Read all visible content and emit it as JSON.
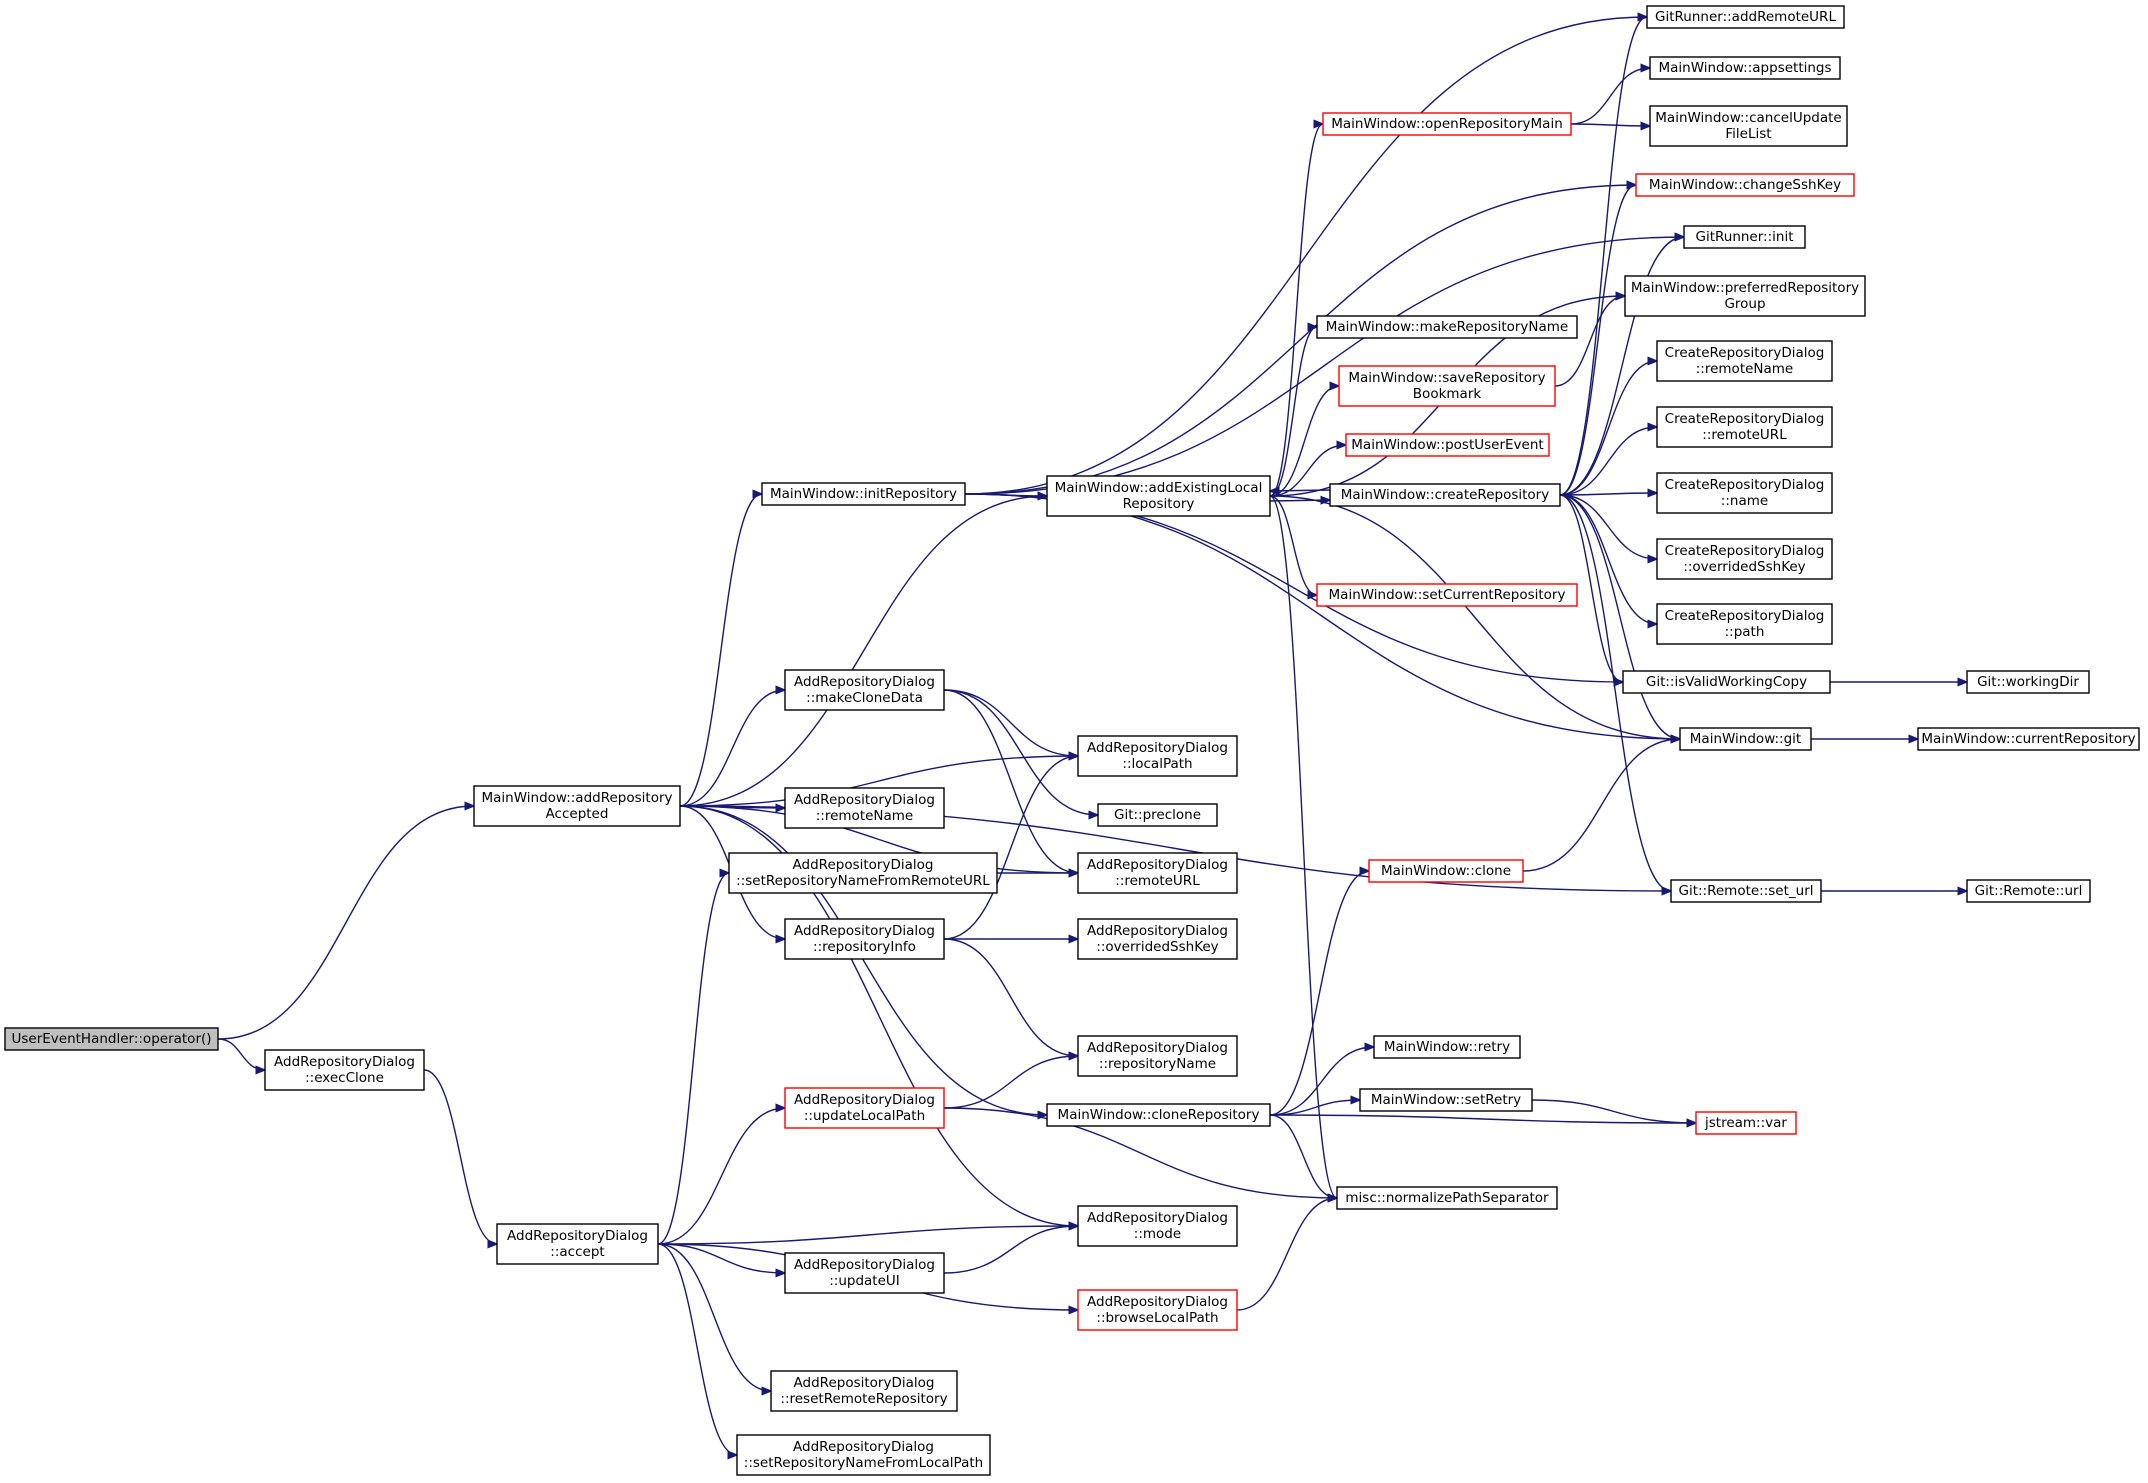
{
  "diagram": {
    "nodes": [
      {
        "id": "user_event_handler_operator",
        "lines": [
          "UserEventHandler::operator()"
        ],
        "style": "gray"
      },
      {
        "id": "add_repository_accepted",
        "lines": [
          "MainWindow::addRepository",
          "Accepted"
        ],
        "style": "black"
      },
      {
        "id": "exec_clone",
        "lines": [
          "AddRepositoryDialog",
          "::execClone"
        ],
        "style": "black"
      },
      {
        "id": "accept",
        "lines": [
          "AddRepositoryDialog",
          "::accept"
        ],
        "style": "black"
      },
      {
        "id": "init_repository",
        "lines": [
          "MainWindow::initRepository"
        ],
        "style": "black"
      },
      {
        "id": "make_clone_data",
        "lines": [
          "AddRepositoryDialog",
          "::makeCloneData"
        ],
        "style": "black"
      },
      {
        "id": "dialog_remote_name",
        "lines": [
          "AddRepositoryDialog",
          "::remoteName"
        ],
        "style": "black"
      },
      {
        "id": "set_repo_name_from_remote_url",
        "lines": [
          "AddRepositoryDialog",
          "::setRepositoryNameFromRemoteURL"
        ],
        "style": "black"
      },
      {
        "id": "repository_info",
        "lines": [
          "AddRepositoryDialog",
          "::repositoryInfo"
        ],
        "style": "black"
      },
      {
        "id": "update_local_path",
        "lines": [
          "AddRepositoryDialog",
          "::updateLocalPath"
        ],
        "style": "red"
      },
      {
        "id": "update_ui",
        "lines": [
          "AddRepositoryDialog",
          "::updateUI"
        ],
        "style": "black"
      },
      {
        "id": "reset_remote_repository",
        "lines": [
          "AddRepositoryDialog",
          "::resetRemoteRepository"
        ],
        "style": "black"
      },
      {
        "id": "set_repo_name_from_local_path",
        "lines": [
          "AddRepositoryDialog",
          "::setRepositoryNameFromLocalPath"
        ],
        "style": "black"
      },
      {
        "id": "add_existing_local_repository",
        "lines": [
          "MainWindow::addExistingLocal",
          "Repository"
        ],
        "style": "black"
      },
      {
        "id": "dialog_local_path",
        "lines": [
          "AddRepositoryDialog",
          "::localPath"
        ],
        "style": "black"
      },
      {
        "id": "git_preclone",
        "lines": [
          "Git::preclone"
        ],
        "style": "black"
      },
      {
        "id": "dialog_remote_url",
        "lines": [
          "AddRepositoryDialog",
          "::remoteURL"
        ],
        "style": "black"
      },
      {
        "id": "dialog_overrided_ssh_key",
        "lines": [
          "AddRepositoryDialog",
          "::overridedSshKey"
        ],
        "style": "black"
      },
      {
        "id": "dialog_repository_name",
        "lines": [
          "AddRepositoryDialog",
          "::repositoryName"
        ],
        "style": "black"
      },
      {
        "id": "clone_repository",
        "lines": [
          "MainWindow::cloneRepository"
        ],
        "style": "black"
      },
      {
        "id": "dialog_mode",
        "lines": [
          "AddRepositoryDialog",
          "::mode"
        ],
        "style": "black"
      },
      {
        "id": "browse_local_path",
        "lines": [
          "AddRepositoryDialog",
          "::browseLocalPath"
        ],
        "style": "red"
      },
      {
        "id": "open_repository_main",
        "lines": [
          "MainWindow::openRepositoryMain"
        ],
        "style": "red"
      },
      {
        "id": "make_repository_name",
        "lines": [
          "MainWindow::makeRepositoryName"
        ],
        "style": "black"
      },
      {
        "id": "save_repository_bookmark",
        "lines": [
          "MainWindow::saveRepository",
          "Bookmark"
        ],
        "style": "red"
      },
      {
        "id": "post_user_event",
        "lines": [
          "MainWindow::postUserEvent"
        ],
        "style": "red"
      },
      {
        "id": "create_repository",
        "lines": [
          "MainWindow::createRepository"
        ],
        "style": "black"
      },
      {
        "id": "set_current_repository",
        "lines": [
          "MainWindow::setCurrentRepository"
        ],
        "style": "red"
      },
      {
        "id": "mainwindow_clone",
        "lines": [
          "MainWindow::clone"
        ],
        "style": "red"
      },
      {
        "id": "mainwindow_retry",
        "lines": [
          "MainWindow::retry"
        ],
        "style": "black"
      },
      {
        "id": "mainwindow_set_retry",
        "lines": [
          "MainWindow::setRetry"
        ],
        "style": "black"
      },
      {
        "id": "normalize_path_separator",
        "lines": [
          "misc::normalizePathSeparator"
        ],
        "style": "black"
      },
      {
        "id": "gitrunner_add_remote_url",
        "lines": [
          "GitRunner::addRemoteURL"
        ],
        "style": "black"
      },
      {
        "id": "mainwindow_appsettings",
        "lines": [
          "MainWindow::appsettings"
        ],
        "style": "black"
      },
      {
        "id": "cancel_update_file_list",
        "lines": [
          "MainWindow::cancelUpdate",
          "FileList"
        ],
        "style": "black"
      },
      {
        "id": "change_ssh_key",
        "lines": [
          "MainWindow::changeSshKey"
        ],
        "style": "red"
      },
      {
        "id": "gitrunner_init",
        "lines": [
          "GitRunner::init"
        ],
        "style": "black"
      },
      {
        "id": "preferred_repository_group",
        "lines": [
          "MainWindow::preferredRepository",
          "Group"
        ],
        "style": "black"
      },
      {
        "id": "create_dialog_remote_name",
        "lines": [
          "CreateRepositoryDialog",
          "::remoteName"
        ],
        "style": "black"
      },
      {
        "id": "create_dialog_remote_url",
        "lines": [
          "CreateRepositoryDialog",
          "::remoteURL"
        ],
        "style": "black"
      },
      {
        "id": "create_dialog_name",
        "lines": [
          "CreateRepositoryDialog",
          "::name"
        ],
        "style": "black"
      },
      {
        "id": "create_dialog_overrided_ssh_key",
        "lines": [
          "CreateRepositoryDialog",
          "::overridedSshKey"
        ],
        "style": "black"
      },
      {
        "id": "create_dialog_path",
        "lines": [
          "CreateRepositoryDialog",
          "::path"
        ],
        "style": "black"
      },
      {
        "id": "git_is_valid_working_copy",
        "lines": [
          "Git::isValidWorkingCopy"
        ],
        "style": "black"
      },
      {
        "id": "mainwindow_git",
        "lines": [
          "MainWindow::git"
        ],
        "style": "black"
      },
      {
        "id": "git_remote_set_url",
        "lines": [
          "Git::Remote::set_url"
        ],
        "style": "black"
      },
      {
        "id": "jstream_var",
        "lines": [
          "jstream::var"
        ],
        "style": "red"
      },
      {
        "id": "git_working_dir",
        "lines": [
          "Git::workingDir"
        ],
        "style": "black"
      },
      {
        "id": "current_repository",
        "lines": [
          "MainWindow::currentRepository"
        ],
        "style": "black"
      },
      {
        "id": "git_remote_url",
        "lines": [
          "Git::Remote::url"
        ],
        "style": "black"
      }
    ],
    "edges": [
      [
        "user_event_handler_operator",
        "add_repository_accepted"
      ],
      [
        "user_event_handler_operator",
        "exec_clone"
      ],
      [
        "exec_clone",
        "accept"
      ],
      [
        "add_repository_accepted",
        "init_repository"
      ],
      [
        "add_repository_accepted",
        "add_existing_local_repository"
      ],
      [
        "add_repository_accepted",
        "dialog_local_path"
      ],
      [
        "add_repository_accepted",
        "make_clone_data"
      ],
      [
        "add_repository_accepted",
        "dialog_remote_url"
      ],
      [
        "add_repository_accepted",
        "dialog_remote_name"
      ],
      [
        "add_repository_accepted",
        "repository_info"
      ],
      [
        "add_repository_accepted",
        "git_remote_set_url"
      ],
      [
        "add_repository_accepted",
        "clone_repository"
      ],
      [
        "add_repository_accepted",
        "dialog_mode"
      ],
      [
        "accept",
        "set_repo_name_from_remote_url"
      ],
      [
        "accept",
        "update_local_path"
      ],
      [
        "accept",
        "dialog_mode"
      ],
      [
        "accept",
        "update_ui"
      ],
      [
        "accept",
        "browse_local_path"
      ],
      [
        "accept",
        "reset_remote_repository"
      ],
      [
        "accept",
        "set_repo_name_from_local_path"
      ],
      [
        "init_repository",
        "gitrunner_add_remote_url"
      ],
      [
        "init_repository",
        "change_ssh_key"
      ],
      [
        "init_repository",
        "gitrunner_init"
      ],
      [
        "init_repository",
        "add_existing_local_repository"
      ],
      [
        "init_repository",
        "git_is_valid_working_copy"
      ],
      [
        "init_repository",
        "mainwindow_git"
      ],
      [
        "make_clone_data",
        "dialog_local_path"
      ],
      [
        "make_clone_data",
        "git_preclone"
      ],
      [
        "make_clone_data",
        "dialog_remote_url"
      ],
      [
        "set_repo_name_from_remote_url",
        "dialog_remote_url"
      ],
      [
        "repository_info",
        "dialog_local_path"
      ],
      [
        "repository_info",
        "dialog_overrided_ssh_key"
      ],
      [
        "repository_info",
        "dialog_repository_name"
      ],
      [
        "update_local_path",
        "dialog_repository_name"
      ],
      [
        "update_local_path",
        "normalize_path_separator"
      ],
      [
        "update_ui",
        "dialog_mode"
      ],
      [
        "browse_local_path",
        "normalize_path_separator"
      ],
      [
        "add_existing_local_repository",
        "open_repository_main"
      ],
      [
        "add_existing_local_repository",
        "preferred_repository_group"
      ],
      [
        "add_existing_local_repository",
        "make_repository_name"
      ],
      [
        "add_existing_local_repository",
        "save_repository_bookmark"
      ],
      [
        "add_existing_local_repository",
        "post_user_event"
      ],
      [
        "add_existing_local_repository",
        "create_repository"
      ],
      [
        "add_existing_local_repository",
        "set_current_repository"
      ],
      [
        "add_existing_local_repository",
        "mainwindow_git"
      ],
      [
        "add_existing_local_repository",
        "normalize_path_separator"
      ],
      [
        "create_repository",
        "add_existing_local_repository"
      ],
      [
        "create_repository",
        "gitrunner_add_remote_url"
      ],
      [
        "create_repository",
        "change_ssh_key"
      ],
      [
        "create_repository",
        "gitrunner_init"
      ],
      [
        "create_repository",
        "create_dialog_remote_name"
      ],
      [
        "create_repository",
        "create_dialog_remote_url"
      ],
      [
        "create_repository",
        "create_dialog_name"
      ],
      [
        "create_repository",
        "create_dialog_overrided_ssh_key"
      ],
      [
        "create_repository",
        "create_dialog_path"
      ],
      [
        "create_repository",
        "git_is_valid_working_copy"
      ],
      [
        "create_repository",
        "mainwindow_git"
      ],
      [
        "create_repository",
        "git_remote_set_url"
      ],
      [
        "open_repository_main",
        "mainwindow_appsettings"
      ],
      [
        "open_repository_main",
        "cancel_update_file_list"
      ],
      [
        "save_repository_bookmark",
        "preferred_repository_group"
      ],
      [
        "clone_repository",
        "mainwindow_clone"
      ],
      [
        "clone_repository",
        "mainwindow_retry"
      ],
      [
        "clone_repository",
        "mainwindow_set_retry"
      ],
      [
        "clone_repository",
        "jstream_var"
      ],
      [
        "clone_repository",
        "normalize_path_separator"
      ],
      [
        "mainwindow_clone",
        "mainwindow_git"
      ],
      [
        "mainwindow_set_retry",
        "jstream_var"
      ],
      [
        "git_is_valid_working_copy",
        "git_working_dir"
      ],
      [
        "mainwindow_git",
        "current_repository"
      ],
      [
        "git_remote_set_url",
        "git_remote_url"
      ]
    ]
  }
}
